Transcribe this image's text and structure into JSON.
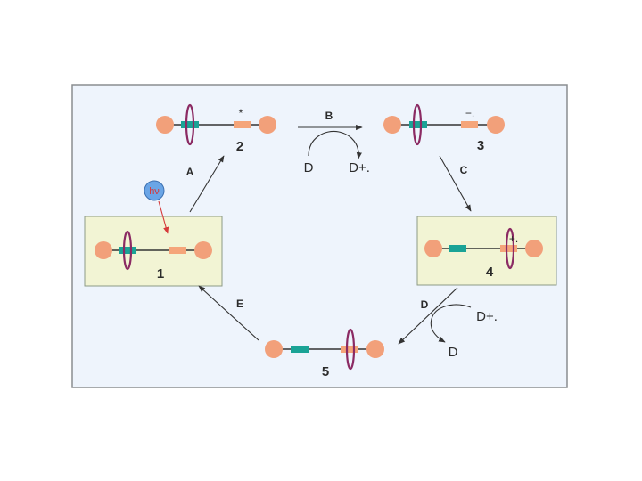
{
  "colors": {
    "background": "#eef4fc",
    "frame": "#8a8d90",
    "highlight_box": "#f2f4d4",
    "highlight_border": "#8c9a86",
    "stopper": "#f2a07a",
    "station_teal": "#1aa396",
    "station_orange": "#f5a57a",
    "ring": "#8b2a63",
    "axle": "#333333",
    "arrow": "#333333",
    "light_arrow": "#d63a3a",
    "photon_fill": "#6aa5e6"
  },
  "species": [
    {
      "number": "1",
      "charge_mark": ""
    },
    {
      "number": "2",
      "charge_mark": "*"
    },
    {
      "number": "3",
      "charge_mark": "−."
    },
    {
      "number": "4",
      "charge_mark": "+."
    },
    {
      "number": "5",
      "charge_mark": ""
    }
  ],
  "steps": {
    "A": "A",
    "B": "B",
    "C": "C",
    "D": "D",
    "E": "E"
  },
  "photon": "hν",
  "donor": {
    "D": "D",
    "D_radical_cation": "D+."
  }
}
